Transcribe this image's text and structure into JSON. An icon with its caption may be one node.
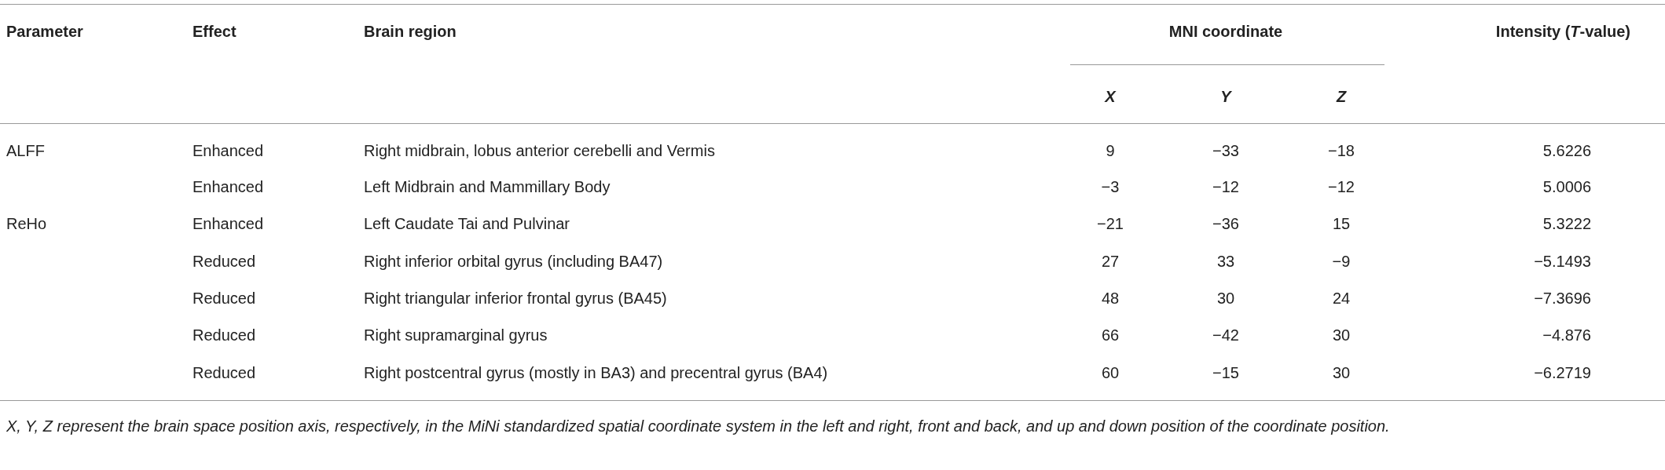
{
  "diagram": {
    "caption": "X, Y, Z represent the brain space position axis, respectively, in the MiNi standardized spatial coordinate system in the left and right, front and back, and up and down position of the coordinate position.",
    "labels": [
      "Parameter",
      "Effect",
      "Brain region",
      "MNI coordinate",
      "Intensity (*T*-value)",
      "X",
      "Y",
      "Z",
      "ALFF",
      "Enhanced",
      "Right midbrain, lobus anterior cerebelli and Vermis",
      "9",
      "−33",
      "−18",
      "5.6226",
      "Enhanced",
      "Left Midbrain and Mammillary Body",
      "−3",
      "−12",
      "−12",
      "5.0006",
      "ReHo",
      "Enhanced",
      "Left Caudate Tai and Pulvinar",
      "−21",
      "−36",
      "15",
      "5.3222",
      "Reduced",
      "Right inferior orbital gyrus (including BA47)",
      "27",
      "33",
      "−9",
      "−5.1493",
      "Reduced",
      "Right triangular inferior frontal gyrus (BA45)",
      "48",
      "30",
      "24",
      "−7.3696",
      "Reduced",
      "Right supramarginal gyrus",
      "66",
      "−42",
      "30",
      "−4.876",
      "Reduced",
      "Right postcentral gyrus (mostly in BA3) and precentral gyrus (BA4)",
      "60",
      "−15",
      "30",
      "−6.2719"
    ]
  }
}
